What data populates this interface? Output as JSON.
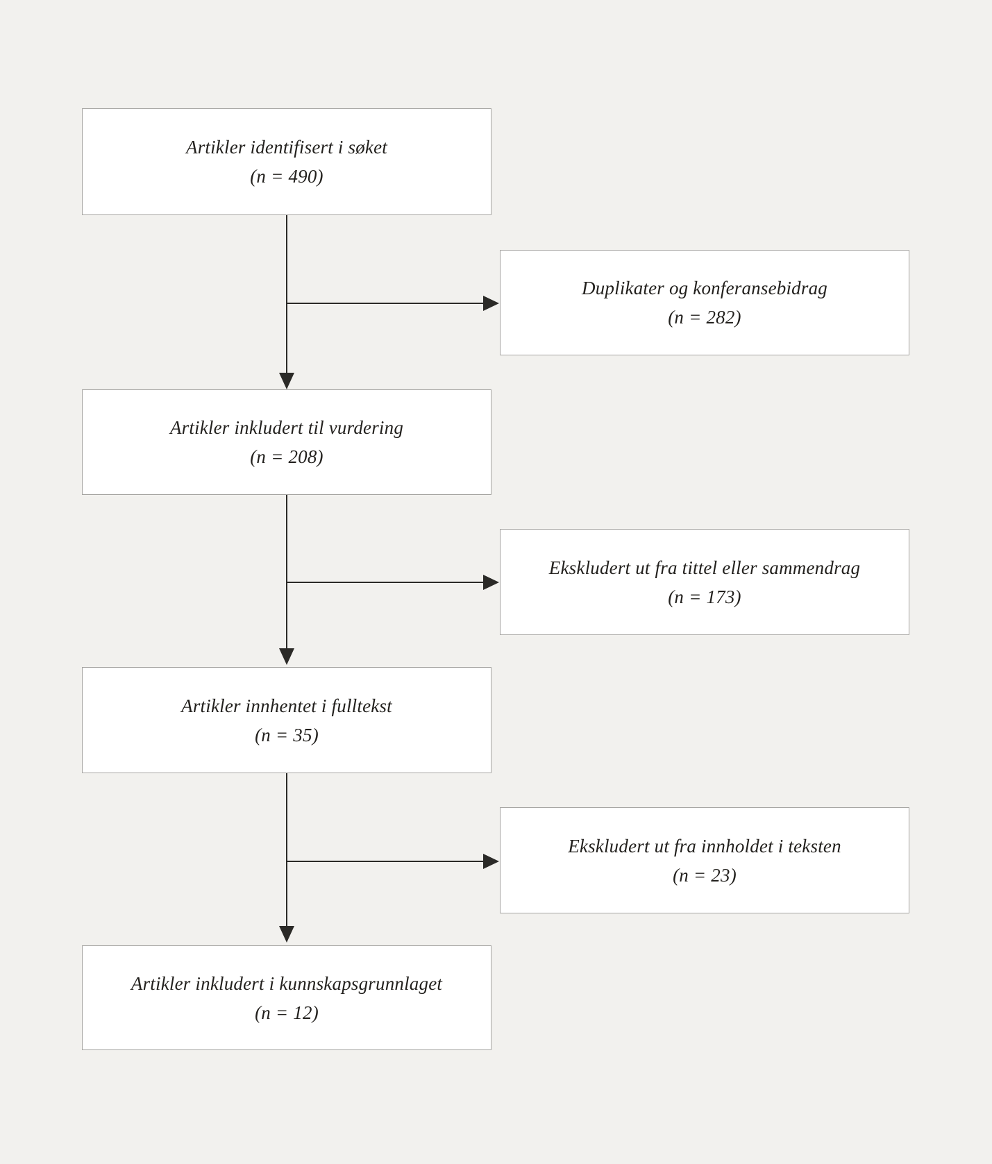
{
  "figure": {
    "type": "flowchart",
    "description": "Literature screening flow diagram (Norwegian)",
    "boxes": {
      "identified": {
        "title": "Artikler identifisert i søket",
        "count": "(n = 490)"
      },
      "duplicates": {
        "title": "Duplikater og konferansebidrag",
        "count": "(n = 282)"
      },
      "included_assessment": {
        "title": "Artikler inkludert til vurdering",
        "count": "(n = 208)"
      },
      "excluded_title_abstract": {
        "title": "Ekskludert ut fra tittel eller sammendrag",
        "count": "(n = 173)"
      },
      "fulltext": {
        "title": "Artikler innhentet i fulltekst",
        "count": "(n = 35)"
      },
      "excluded_content": {
        "title": "Ekskludert ut fra innholdet i teksten",
        "count": "(n = 23)"
      },
      "included_final": {
        "title": "Artikler inkludert i kunnskapsgrunnlaget",
        "count": "(n = 12)"
      }
    },
    "counts": {
      "identified": 490,
      "duplicates_removed": 282,
      "included_for_assessment": 208,
      "excluded_title_or_abstract": 173,
      "fulltext_retrieved": 35,
      "excluded_content": 23,
      "included_in_evidence_base": 12
    },
    "colors": {
      "background": "#f2f1ee",
      "box_background": "#ffffff",
      "box_border": "#a6a5a2",
      "arrow": "#2b2a27",
      "text": "#23211e"
    }
  }
}
